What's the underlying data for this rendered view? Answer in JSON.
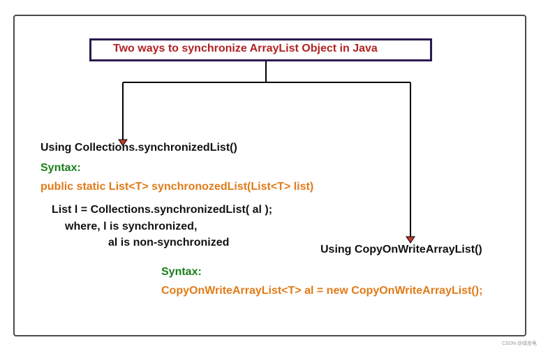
{
  "title": "Two ways to synchronize ArrayList Object in Java",
  "left": {
    "heading": "Using Collections.synchronizedList()",
    "syntax_label": "Syntax:",
    "signature": "public static List<T> synchronozedList(List<T> list)",
    "code_line1": "List l = Collections.synchronizedList( al );",
    "code_line2": "where, l is synchronized,",
    "code_line3": "al is non-synchronized"
  },
  "right": {
    "heading": "Using CopyOnWriteArrayList()",
    "syntax_label": "Syntax:",
    "code": "CopyOnWriteArrayList<T> al = new CopyOnWriteArrayList();"
  },
  "watermark": "CSDN @绿皮龟",
  "colors": {
    "title_text": "#b22222",
    "title_border": "#2b1a4f",
    "syntax_label": "#1a7f1a",
    "code_orange": "#e07b18",
    "arrow_head": "#c0392b"
  }
}
